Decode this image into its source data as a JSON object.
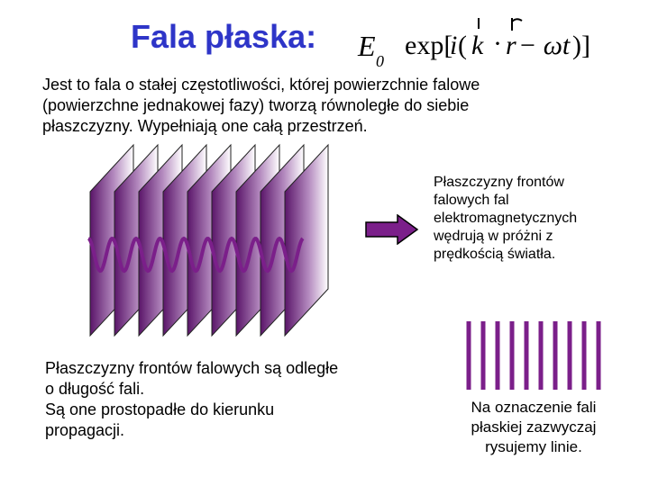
{
  "slide": {
    "title": "Fala płaska:",
    "formula": {
      "amplitude_symbol": "E",
      "amplitude_subscript": "0",
      "exp_prefix": "exp[",
      "imag": "i",
      "open_paren": "(",
      "k": "k",
      "dot": "·",
      "r": "r",
      "minus_omega_t": " − ωt",
      "close": ")]"
    },
    "intro_text": "Jest to fala o stałej częstotliwości, której powierzchnie falowe (powierzchne jednakowej fazy) tworzą równoległe do siebie płaszczyzny. Wypełniają one całą przestrzeń.",
    "planes_caption": "Płaszczyzny frontów falowych fal elektromagnetycznych wędrują w próżni z prędkością światła.",
    "bottom_left_lines": [
      "Płaszczyzny frontów falowych są odległe",
      "o długość fali.",
      "Są one prostopadłe do kierunku",
      "propagacji."
    ],
    "bottom_right_text": "Na oznaczenie fali płaskiej zazwyczaj rysujemy linie."
  },
  "colors": {
    "title": "#2e35c8",
    "purple": "#7b1f8a",
    "plane_gradient_dark": "#5a1569",
    "plane_gradient_light": "#ffffff"
  },
  "icons": {
    "arrow": "right-arrow-icon"
  },
  "plane_count": 9
}
